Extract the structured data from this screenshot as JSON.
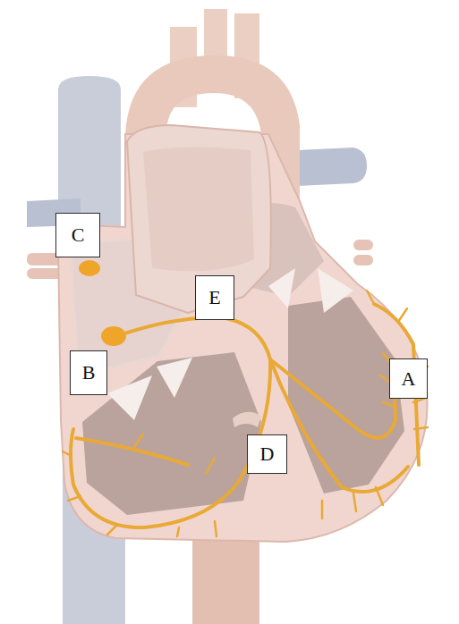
{
  "diagram": {
    "nodes": [
      {
        "text": [
          "C"
        ]
      },
      {
        "text": [
          "E"
        ]
      },
      {
        "text": [
          "B"
        ]
      },
      {
        "text": [
          "A"
        ]
      },
      {
        "text": [
          "D"
        ]
      }
    ]
  }
}
